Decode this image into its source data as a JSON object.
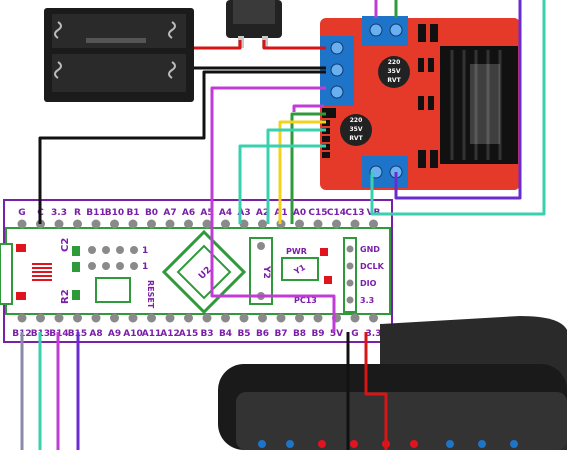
{
  "stm32": {
    "top_pins": [
      "G",
      "C",
      "3.3",
      "R",
      "B11",
      "B10",
      "B1",
      "B0",
      "A7",
      "A6",
      "A5",
      "A4",
      "A3",
      "A2",
      "A1",
      "A0",
      "C15",
      "C14",
      "C13",
      "VB"
    ],
    "bottom_pins": [
      "B12",
      "B13",
      "B14",
      "B15",
      "A8",
      "A9",
      "A10",
      "A11",
      "A12",
      "A15",
      "B3",
      "B4",
      "B5",
      "B6",
      "B7",
      "B8",
      "B9",
      "5V",
      "G",
      "3.3"
    ],
    "swd_pins": [
      "GND",
      "DCLK",
      "DIO",
      "3.3"
    ],
    "labels": {
      "c2": "C2",
      "r2": "R2",
      "one_a": "1",
      "one_b": "1",
      "reset": "RESET",
      "chip": "U2",
      "crystal": "Y2",
      "y1": "Y1",
      "pwr": "PWR",
      "pc13": "PC13"
    }
  },
  "l298n": {
    "cap1": [
      "220",
      "35V",
      "RVT"
    ],
    "cap2": [
      "220",
      "35V",
      "RVT"
    ]
  },
  "colors": {
    "pcb_purple": "#7a1fa8",
    "pcb_green": "#2f9a3a",
    "driver_red": "#e53a2a",
    "terminal_blue": "#1e74c8",
    "wire_magenta": "#c13cd6",
    "wire_black": "#111111",
    "wire_red": "#d81414",
    "wire_teal": "#39d0b0",
    "wire_yellow": "#f3d21c",
    "wire_purple": "#6a2bd0"
  }
}
